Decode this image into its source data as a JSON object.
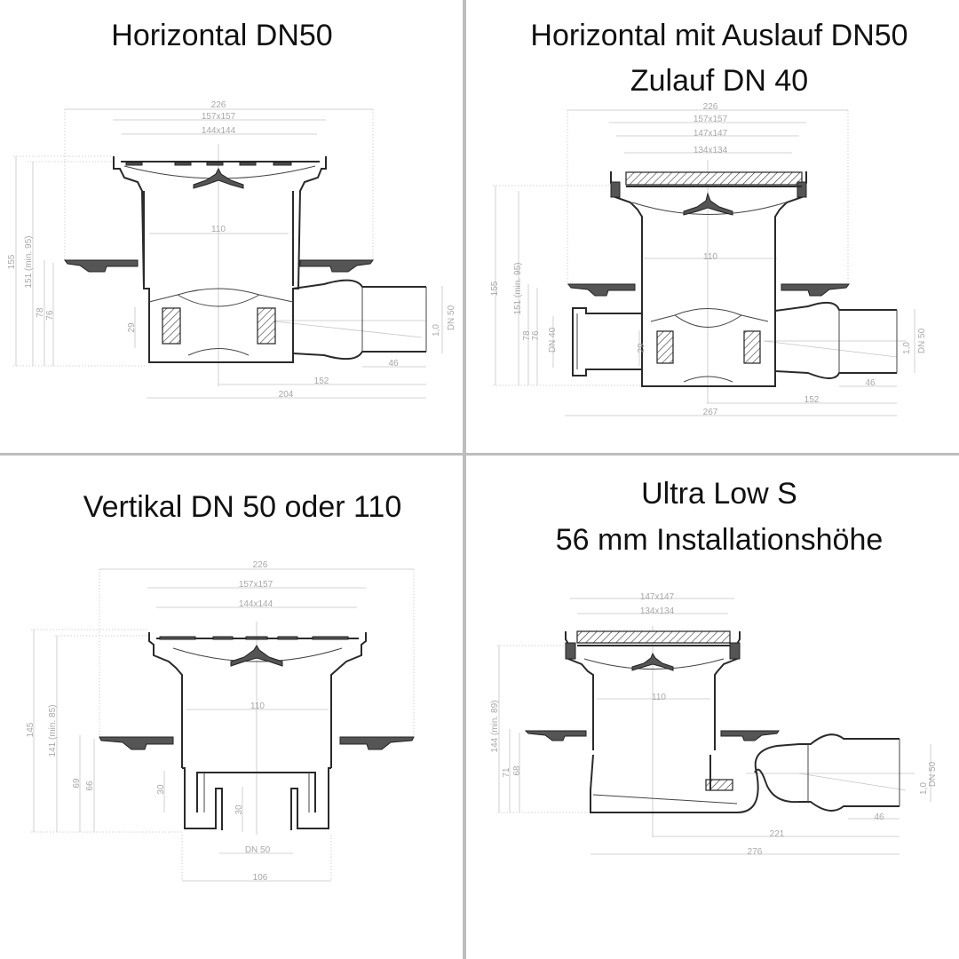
{
  "panels": [
    {
      "title": "Horizontal DN50",
      "dims": {
        "overall": "226",
        "frame": "157x157",
        "grate": "144x144",
        "inner": "110",
        "height": "155",
        "height_adj": "151 (min. 95)",
        "h78": "78",
        "h76": "76",
        "h29": "29",
        "outlet": "DN 50",
        "slope": "1,0",
        "d46": "46",
        "d152": "152",
        "d204": "204"
      }
    },
    {
      "title_line1": "Horizontal mit Auslauf DN50",
      "title_line2": "Zulauf DN 40",
      "dims": {
        "overall": "226",
        "frame": "157x157",
        "frame2": "147x147",
        "grate": "134x134",
        "inner": "110",
        "height": "155",
        "height_adj": "151 (min. 95)",
        "h78": "78",
        "h76": "76",
        "inlet": "DN 40",
        "h29": "29",
        "outlet": "DN 50",
        "slope": "1,0",
        "d46": "46",
        "d152": "152",
        "d267": "267"
      }
    },
    {
      "title": "Vertikal DN 50 oder 110",
      "dims": {
        "overall": "226",
        "frame": "157x157",
        "grate": "144x144",
        "inner": "110",
        "height": "145",
        "height_adj": "141 (min. 85)",
        "h69": "69",
        "h66": "66",
        "h30a": "30",
        "h30b": "30",
        "outlet": "DN 50",
        "d106": "106"
      }
    },
    {
      "title_line1": "Ultra Low S",
      "title_line2": "56 mm Installationshöhe",
      "dims": {
        "frame": "147x147",
        "grate": "134x134",
        "inner": "110",
        "height_adj": "144 (min. 89)",
        "h71": "71",
        "h68": "68",
        "outlet": "DN 50",
        "slope": "1,0",
        "d46": "46",
        "d221": "221",
        "d276": "276"
      }
    }
  ]
}
